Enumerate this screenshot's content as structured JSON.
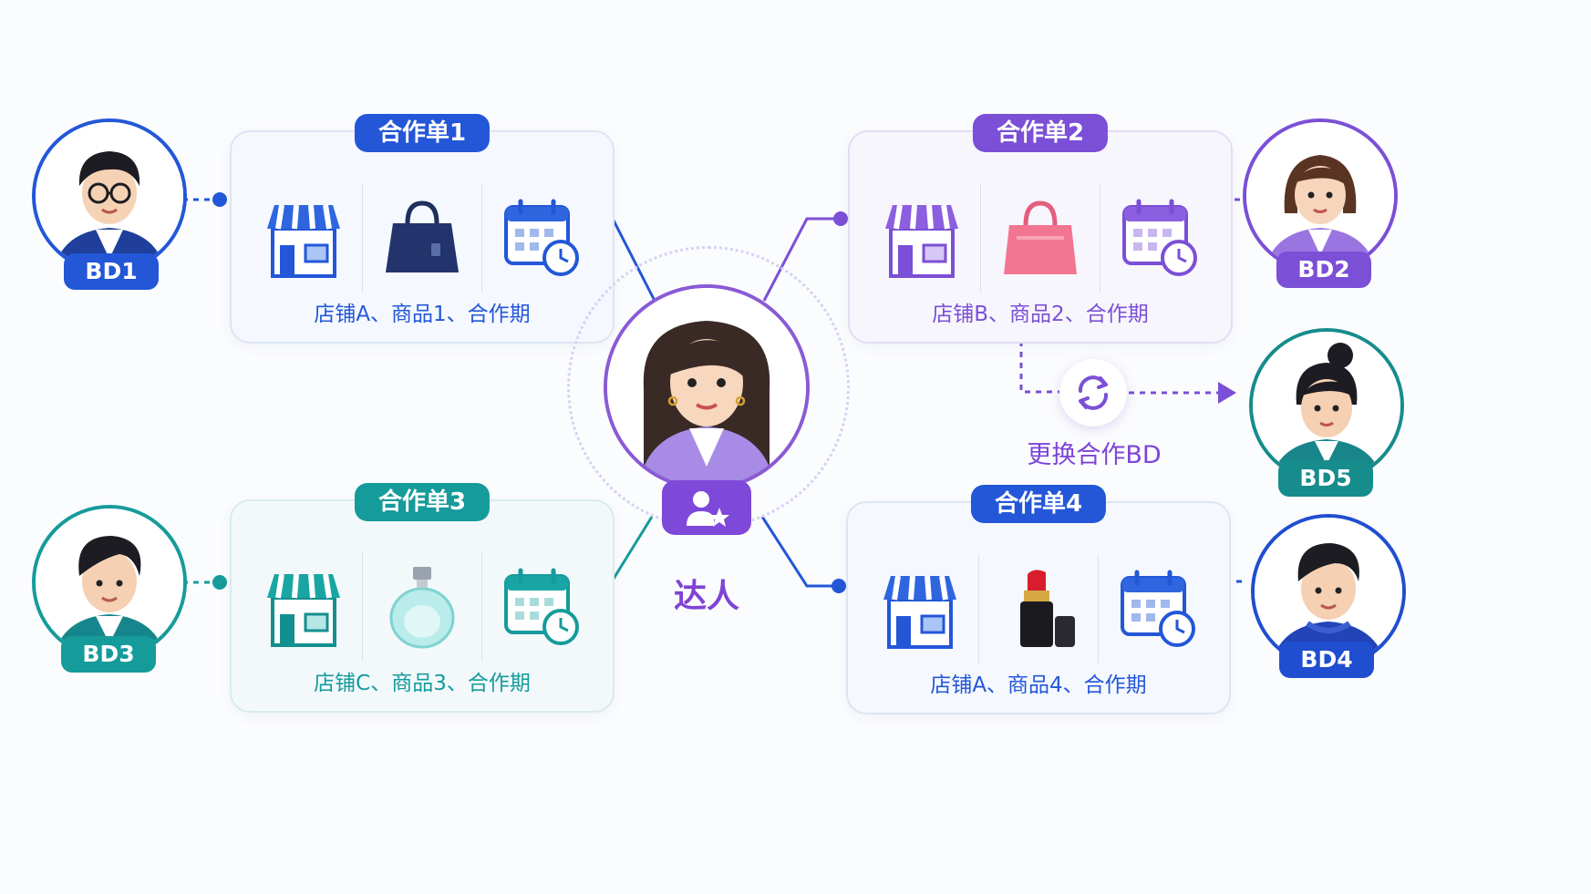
{
  "center": {
    "label": "达人"
  },
  "orders": [
    {
      "title": "合作单1",
      "caption": "店铺A、商品1、合作期",
      "color": "#2357d8"
    },
    {
      "title": "合作单2",
      "caption": "店铺B、商品2、合作期",
      "color": "#7b4fd6"
    },
    {
      "title": "合作单3",
      "caption": "店铺C、商品3、合作期",
      "color": "#169b9b"
    },
    {
      "title": "合作单4",
      "caption": "店铺A、商品4、合作期",
      "color": "#2357d8"
    }
  ],
  "bds": [
    {
      "label": "BD1",
      "color": "#2357d8"
    },
    {
      "label": "BD2",
      "color": "#7b4fd6"
    },
    {
      "label": "BD3",
      "color": "#169b9b"
    },
    {
      "label": "BD4",
      "color": "#1f4ed0"
    },
    {
      "label": "BD5",
      "color": "#168c8c"
    }
  ],
  "transfer": {
    "label": "更换合作BD"
  },
  "icons": {
    "store": "store-icon",
    "product": "product-icon",
    "calendar": "calendar-clock-icon",
    "swap": "swap-icon",
    "influencer": "influencer-star-icon"
  }
}
